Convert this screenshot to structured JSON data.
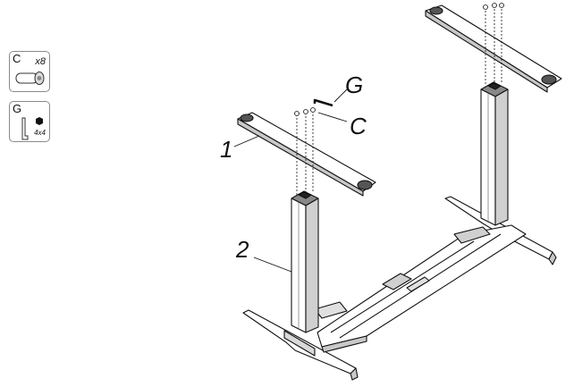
{
  "parts": [
    {
      "letter": "C",
      "qty": "x8"
    },
    {
      "letter": "G",
      "size": "4x4"
    }
  ],
  "callouts": {
    "part1": "1",
    "part2": "2",
    "screw": "C",
    "key": "G"
  },
  "colors": {
    "ink": "#111111",
    "shade": "#c8c8c8",
    "dark": "#555555"
  }
}
